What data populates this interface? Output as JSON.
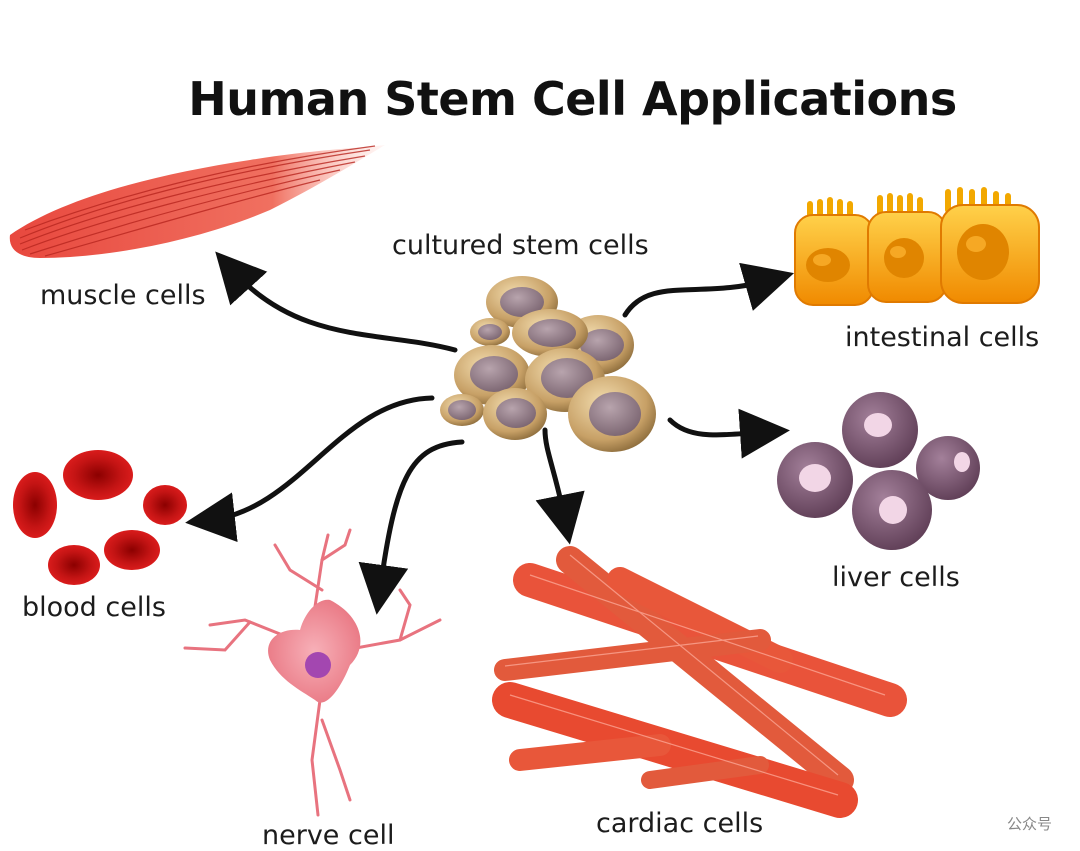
{
  "title": "Human Stem Cell Applications",
  "center_label": "cultured stem cells",
  "labels": {
    "muscle": "muscle cells",
    "intestinal": "intestinal cells",
    "blood": "blood cells",
    "liver": "liver cells",
    "nerve": "nerve cell",
    "cardiac": "cardiac cells"
  },
  "watermark": "公众号"
}
